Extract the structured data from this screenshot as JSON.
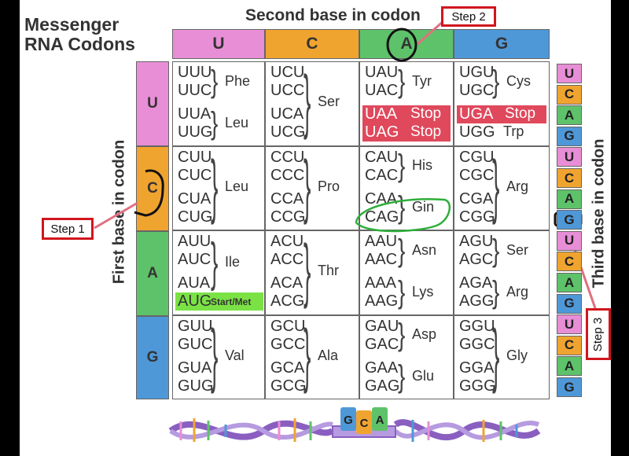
{
  "title": {
    "line1": "Messenger",
    "line2": "RNA Codons"
  },
  "second_label": "Second base in codon",
  "first_label": "First base in codon",
  "third_label": "Third base in codon",
  "bases": [
    "U",
    "C",
    "A",
    "G"
  ],
  "third_bases": [
    "U",
    "C",
    "A",
    "G",
    "U",
    "C",
    "A",
    "G",
    "U",
    "C",
    "A",
    "G",
    "U",
    "C",
    "A",
    "G"
  ],
  "colors": {
    "U": "#e88ed6",
    "C": "#f0a430",
    "A": "#5ec26a",
    "G": "#4f98d8",
    "stop": "#e0485c",
    "start": "#7be245",
    "step": "#d0161e",
    "highlight": "#2eae3a"
  },
  "blocks": [
    [
      {
        "codons": [
          "UUU",
          "UUC",
          "UUA",
          "UUG"
        ],
        "groups": [
          {
            "aa": "Phe",
            "rows": [
              0,
              1
            ]
          },
          {
            "aa": "Leu",
            "rows": [
              2,
              3
            ]
          }
        ]
      },
      {
        "codons": [
          "UCU",
          "UCC",
          "UCA",
          "UCG"
        ],
        "groups": [
          {
            "aa": "Ser",
            "rows": [
              0,
              3
            ]
          }
        ]
      },
      {
        "codons": [
          "UAU",
          "UAC",
          "UAA",
          "UAG"
        ],
        "groups": [
          {
            "aa": "Tyr",
            "rows": [
              0,
              1
            ]
          }
        ],
        "stops": [
          {
            "row": 2,
            "label": "Stop"
          },
          {
            "row": 3,
            "label": "Stop"
          }
        ]
      },
      {
        "codons": [
          "UGU",
          "UGC",
          "UGA",
          "UGG"
        ],
        "groups": [
          {
            "aa": "Cys",
            "rows": [
              0,
              1
            ]
          },
          {
            "aa": "Trp",
            "rows": [
              3,
              3
            ]
          }
        ],
        "stops": [
          {
            "row": 2,
            "label": "Stop"
          }
        ]
      }
    ],
    [
      {
        "codons": [
          "CUU",
          "CUC",
          "CUA",
          "CUG"
        ],
        "groups": [
          {
            "aa": "Leu",
            "rows": [
              0,
              3
            ]
          }
        ]
      },
      {
        "codons": [
          "CCU",
          "CCC",
          "CCA",
          "CCG"
        ],
        "groups": [
          {
            "aa": "Pro",
            "rows": [
              0,
              3
            ]
          }
        ]
      },
      {
        "codons": [
          "CAU",
          "CAC",
          "CAA",
          "CAG"
        ],
        "groups": [
          {
            "aa": "His",
            "rows": [
              0,
              1
            ]
          },
          {
            "aa": "Gin",
            "rows": [
              2,
              3
            ]
          }
        ]
      },
      {
        "codons": [
          "CGU",
          "CGC",
          "CGA",
          "CGG"
        ],
        "groups": [
          {
            "aa": "Arg",
            "rows": [
              0,
              3
            ]
          }
        ]
      }
    ],
    [
      {
        "codons": [
          "AUU",
          "AUC",
          "AUA",
          "AUG"
        ],
        "groups": [
          {
            "aa": "Ile",
            "rows": [
              0,
              2
            ]
          }
        ],
        "start": {
          "row": 3,
          "label": "Start/Met"
        }
      },
      {
        "codons": [
          "ACU",
          "ACC",
          "ACA",
          "ACG"
        ],
        "groups": [
          {
            "aa": "Thr",
            "rows": [
              0,
              3
            ]
          }
        ]
      },
      {
        "codons": [
          "AAU",
          "AAC",
          "AAA",
          "AAG"
        ],
        "groups": [
          {
            "aa": "Asn",
            "rows": [
              0,
              1
            ]
          },
          {
            "aa": "Lys",
            "rows": [
              2,
              3
            ]
          }
        ]
      },
      {
        "codons": [
          "AGU",
          "AGC",
          "AGA",
          "AGG"
        ],
        "groups": [
          {
            "aa": "Ser",
            "rows": [
              0,
              1
            ]
          },
          {
            "aa": "Arg",
            "rows": [
              2,
              3
            ]
          }
        ]
      }
    ],
    [
      {
        "codons": [
          "GUU",
          "GUC",
          "GUA",
          "GUG"
        ],
        "groups": [
          {
            "aa": "Val",
            "rows": [
              0,
              3
            ]
          }
        ]
      },
      {
        "codons": [
          "GCU",
          "GCC",
          "GCA",
          "GCG"
        ],
        "groups": [
          {
            "aa": "Ala",
            "rows": [
              0,
              3
            ]
          }
        ]
      },
      {
        "codons": [
          "GAU",
          "GAC",
          "GAA",
          "GAG"
        ],
        "groups": [
          {
            "aa": "Asp",
            "rows": [
              0,
              1
            ]
          },
          {
            "aa": "Glu",
            "rows": [
              2,
              3
            ]
          }
        ]
      },
      {
        "codons": [
          "GGU",
          "GGC",
          "GGA",
          "GGG"
        ],
        "groups": [
          {
            "aa": "Gly",
            "rows": [
              0,
              3
            ]
          }
        ]
      }
    ]
  ],
  "steps": {
    "step1": "Step 1",
    "step2": "Step 2",
    "step3": "Step 3"
  },
  "rna_letters": [
    "G",
    "C",
    "A"
  ]
}
